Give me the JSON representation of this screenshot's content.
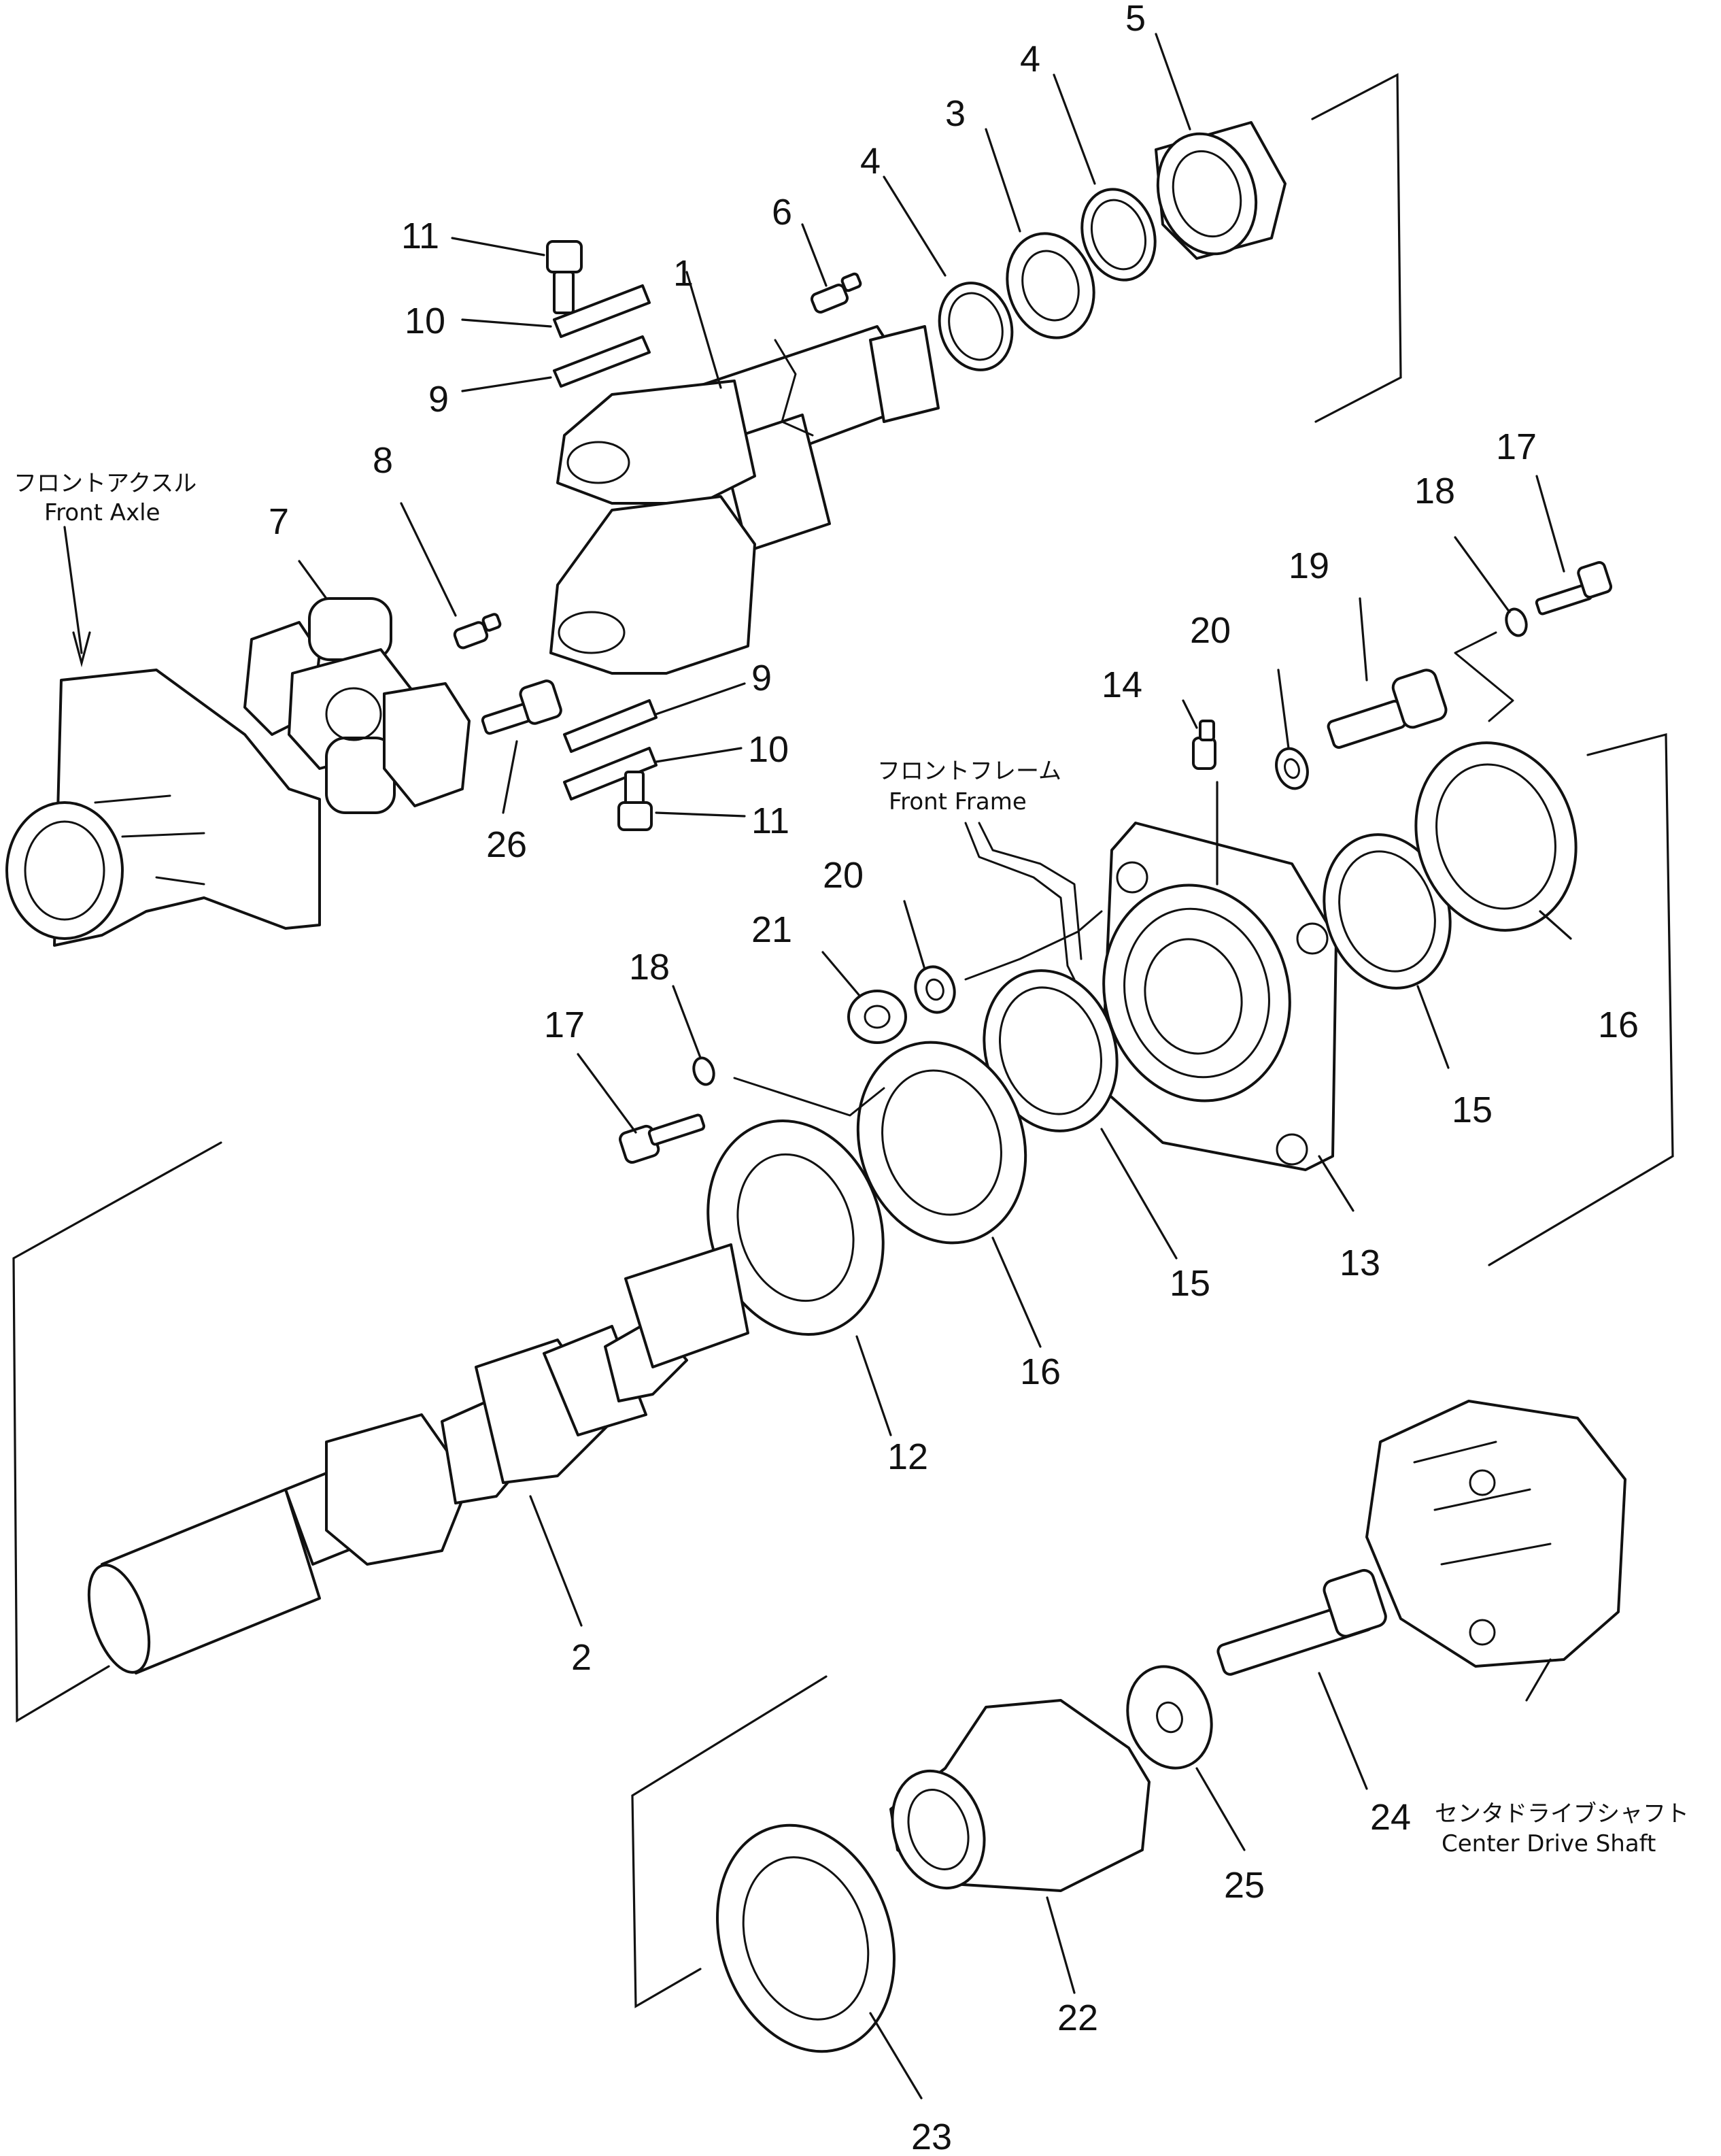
{
  "captions": {
    "front_axle_jp": "フロントアクスル",
    "front_axle_en": "Front Axle",
    "front_frame_jp": "フロントフレーム",
    "front_frame_en": "Front Frame",
    "center_drive_jp": "センタドライブシャフト",
    "center_drive_en": "Center Drive Shaft"
  },
  "labels": {
    "l1": "1",
    "l2": "2",
    "l3": "3",
    "l4a": "4",
    "l4b": "4",
    "l5": "5",
    "l6": "6",
    "l7": "7",
    "l8": "8",
    "l9a": "9",
    "l9b": "9",
    "l10a": "10",
    "l10b": "10",
    "l11a": "11",
    "l11b": "11",
    "l12": "12",
    "l13": "13",
    "l14": "14",
    "l15a": "15",
    "l15b": "15",
    "l16a": "16",
    "l16b": "16",
    "l17a": "17",
    "l17b": "17",
    "l18a": "18",
    "l18b": "18",
    "l19": "19",
    "l20a": "20",
    "l20b": "20",
    "l21": "21",
    "l22": "22",
    "l23": "23",
    "l24": "24",
    "l25": "25",
    "l26": "26"
  }
}
